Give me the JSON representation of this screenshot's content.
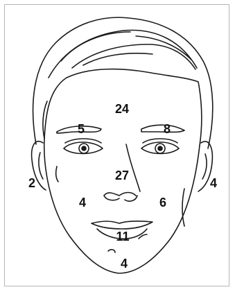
{
  "diagram": {
    "labels": {
      "forehead": "24",
      "left_brow": "5",
      "right_brow": "8",
      "left_ear": "2",
      "right_ear": "4",
      "nose": "27",
      "left_cheek": "4",
      "right_cheek": "6",
      "lips": "11",
      "chin": "4"
    }
  },
  "colors": {
    "line": "#1a1a1a",
    "label": "#111111",
    "border": "#b5b5b5"
  }
}
